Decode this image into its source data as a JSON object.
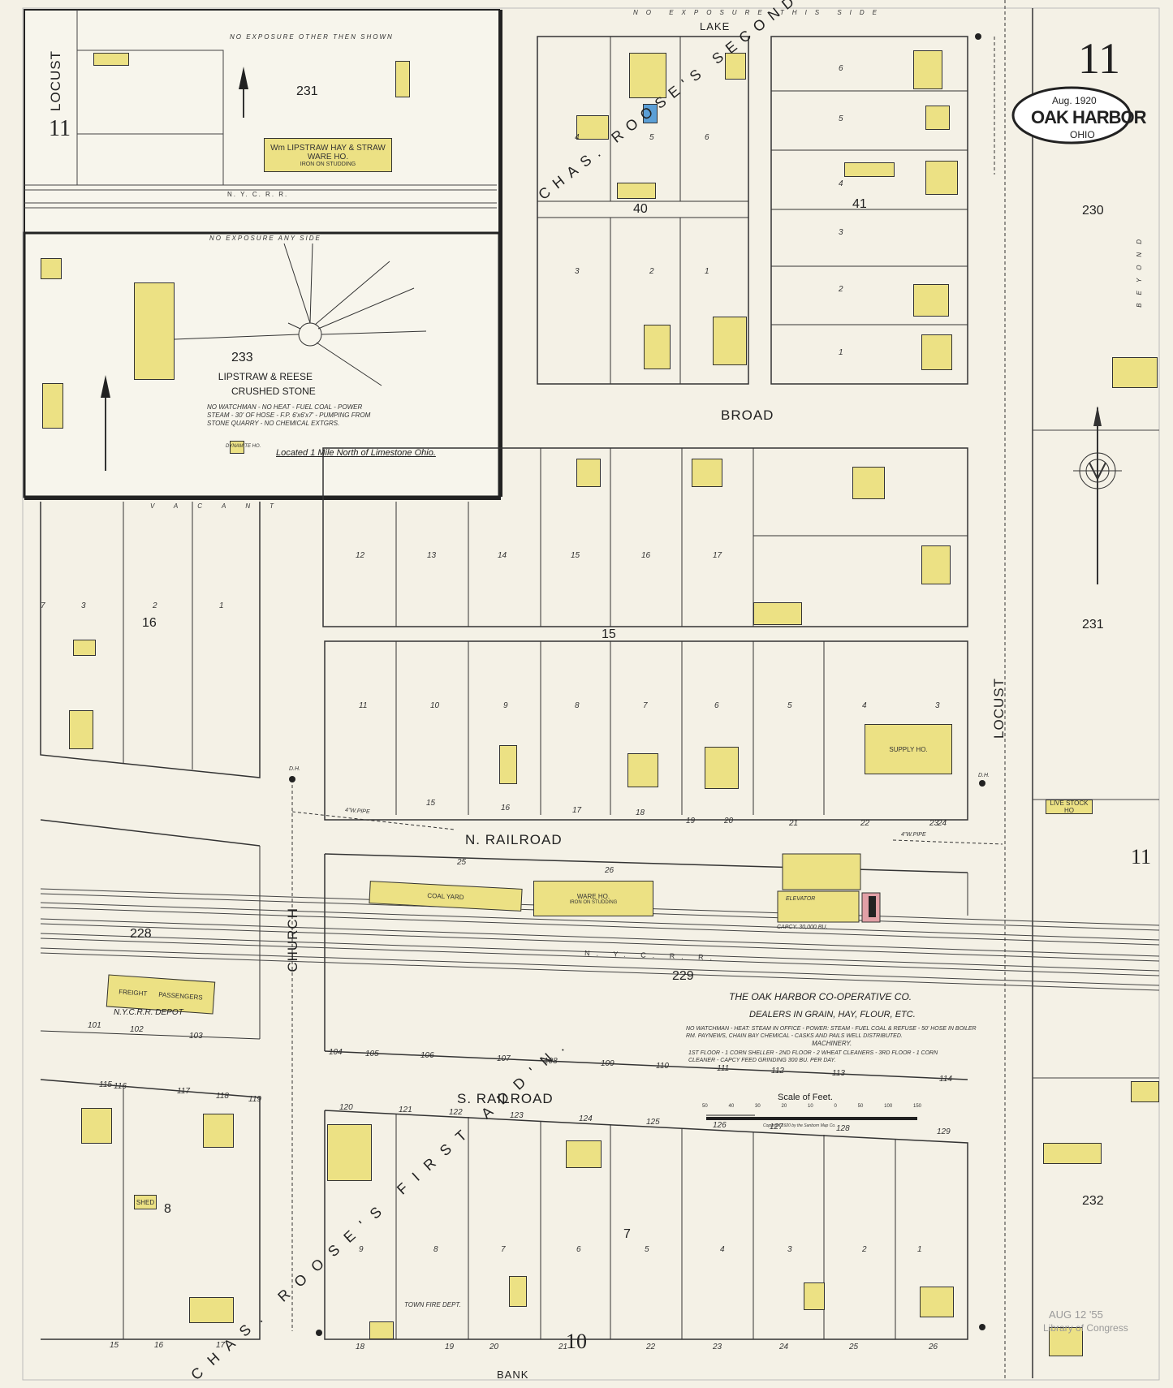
{
  "sheet": {
    "number": "11",
    "date": "Aug. 1920",
    "town": "OAK HARBOR",
    "state": "OHIO",
    "stamp_date": "AUG 12 '55",
    "stamp_library": "Library of Congress"
  },
  "streets": {
    "lake": "LAKE",
    "broad": "BROAD",
    "n_railroad": "N. RAILROAD",
    "s_railroad": "S. RAILROAD",
    "bank": "BANK",
    "church": "CHURCH",
    "locust_main": "LOCUST",
    "locust_inset": "LOCUST",
    "rail_top": "N. Y. C. R. R.",
    "rail_main": "N. Y. C. R. R."
  },
  "additions": {
    "second": "CHAS. ROOSE'S SECOND ADD'N.",
    "first": "CHAS. ROOSE'S FIRST ADD'N."
  },
  "blocks": [
    "231",
    "233",
    "40",
    "41",
    "230",
    "16",
    "15",
    "231",
    "228",
    "229",
    "8",
    "7",
    "232"
  ],
  "sheet_refs": [
    "11",
    "11",
    "11",
    "10"
  ],
  "inset_top": {
    "exposure": "NO EXPOSURE OTHER THEN SHOWN",
    "building": "Wm LIPSTRAW HAY & STRAW WARE HO.",
    "building_note": "IRON ON STUDDING"
  },
  "inset_bottom": {
    "exposure": "NO EXPOSURE ANY SIDE",
    "title1": "LIPSTRAW & REESE",
    "title2": "CRUSHED STONE",
    "notes": "NO WATCHMAN - NO HEAT - FUEL COAL - POWER STEAM - 30' OF HOSE - F.P. 6'x6'x7' - PUMPING FROM STONE QUARRY - NO CHEMICAL EXTGRS.",
    "located": "Located 1 Mile North of Limestone Ohio.",
    "dynamite": "DYNAMITE HO."
  },
  "exposure_top": "NO EXPOSURE THIS SIDE",
  "vacant": "VACANT",
  "beyond": "BEYOND",
  "coop": {
    "title": "THE OAK HARBOR CO-OPERATIVE CO.",
    "subtitle": "DEALERS IN GRAIN, HAY, FLOUR, ETC.",
    "notes": "NO WATCHMAN - HEAT: STEAM IN OFFICE - POWER: STEAM - FUEL COAL & REFUSE - 50' HOSE IN BOILER RM. PAYNEWS, CHAIN BAY CHEMICAL - CASKS AND PAILS WELL DISTRIBUTED.",
    "machinery": "MACHINERY.",
    "floors": "1ST FLOOR - 1 CORN SHELLER - 2ND FLOOR - 2 WHEAT CLEANERS - 3RD FLOOR - 1 CORN CLEANER - CAPCY FEED GRINDING 300 BU. PER DAY.",
    "capacity": "CAPCY. 30,000 BU."
  },
  "labels": {
    "supply": "SUPPLY HO.",
    "ware": "WARE HO.",
    "ware_note": "IRON ON STUDDING",
    "coal": "COAL  YARD",
    "depot": "N.Y.C.R.R. DEPOT",
    "freight": "FREIGHT",
    "passengers": "PASSENGERS",
    "live_stock": "LIVE STOCK HO",
    "fire_dept": "TOWN FIRE DEPT.",
    "elevator": "ELEVATOR",
    "shed": "SHED",
    "pipe": "4\"W.PIPE",
    "dh": "D.H."
  },
  "scale": {
    "title": "Scale of Feet.",
    "ticks": [
      "50",
      "40",
      "30",
      "20",
      "10",
      "0",
      "50",
      "100",
      "150"
    ],
    "copyright": "Copyright 1920 by the Sanborn Map Co."
  },
  "lot_numbers": {
    "lake_row": [
      "6",
      "5",
      "4",
      "3",
      "2",
      "1",
      "5",
      "6",
      "4",
      "3",
      "2",
      "1"
    ],
    "block16": [
      "3",
      "2",
      "1",
      "7",
      "12",
      "13",
      "14",
      "15",
      "16",
      "17"
    ],
    "block15": [
      "11",
      "10",
      "9",
      "8",
      "7",
      "6",
      "5",
      "4",
      "3"
    ],
    "n_rr": [
      "15",
      "16",
      "17",
      "18",
      "19",
      "20",
      "21",
      "22",
      "23",
      "24",
      "25",
      "26"
    ],
    "s_rr": [
      "104",
      "105",
      "106",
      "107",
      "108",
      "109",
      "110",
      "111",
      "112",
      "113",
      "114",
      "101",
      "102",
      "103"
    ],
    "row120": [
      "120",
      "121",
      "122",
      "123",
      "124",
      "125",
      "126",
      "127",
      "128",
      "129",
      "115",
      "116",
      "117",
      "118",
      "119"
    ],
    "block7": [
      "9",
      "8",
      "7",
      "6",
      "5",
      "4",
      "3",
      "2",
      "1"
    ],
    "bottom": [
      "18",
      "19",
      "20",
      "21",
      "22",
      "23",
      "24",
      "25",
      "26",
      "15",
      "16",
      "17"
    ]
  }
}
